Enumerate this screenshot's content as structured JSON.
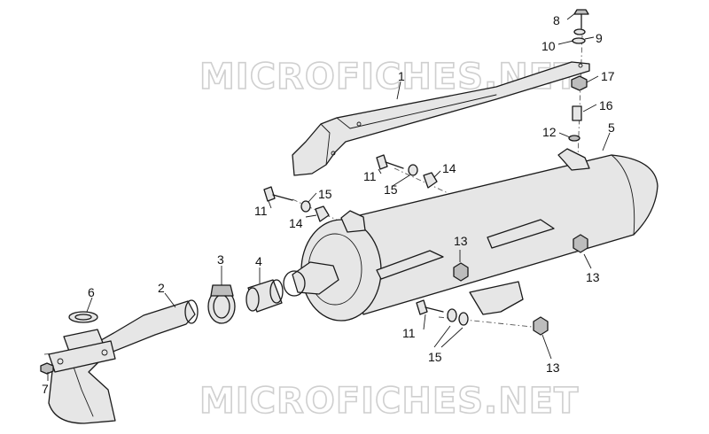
{
  "watermark": "MICROFICHES.NET",
  "callouts": [
    "1",
    "2",
    "3",
    "4",
    "5",
    "6",
    "7",
    "8",
    "9",
    "10",
    "11",
    "11",
    "11",
    "12",
    "13",
    "13",
    "13",
    "14",
    "14",
    "15",
    "15",
    "15",
    "16",
    "17"
  ]
}
